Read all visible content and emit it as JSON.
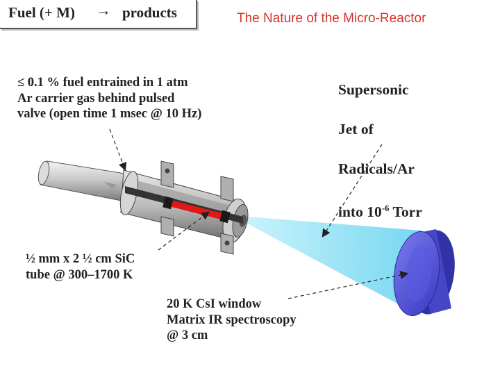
{
  "reaction": {
    "reactant": "Fuel (+ M)",
    "arrow": "→",
    "product": "products"
  },
  "title": "The Nature of the Micro-Reactor",
  "labels": {
    "fuel_entrained": "≤ 0.1 % fuel entrained in 1 atm\nAr carrier gas behind pulsed\nvalve (open time 1 msec @ 10 Hz)",
    "jet_line1": "Supersonic",
    "jet_line2": "Jet of",
    "jet_line3": "Radicals/Ar",
    "jet_line4_base": "into 10",
    "jet_line4_exp": "-6",
    "jet_line4_unit": " Torr",
    "tube": "½ mm x 2 ½ cm SiC\ntube @ 300–1700 K",
    "window": "20 K CsI window\nMatrix IR spectroscopy\n@ 3 cm"
  },
  "colors": {
    "title": "#d8322a",
    "heated_tube": "#e01818",
    "jet": "#7fd8f0",
    "window": "#5a5ae0",
    "metal": "#b5b5b5"
  }
}
